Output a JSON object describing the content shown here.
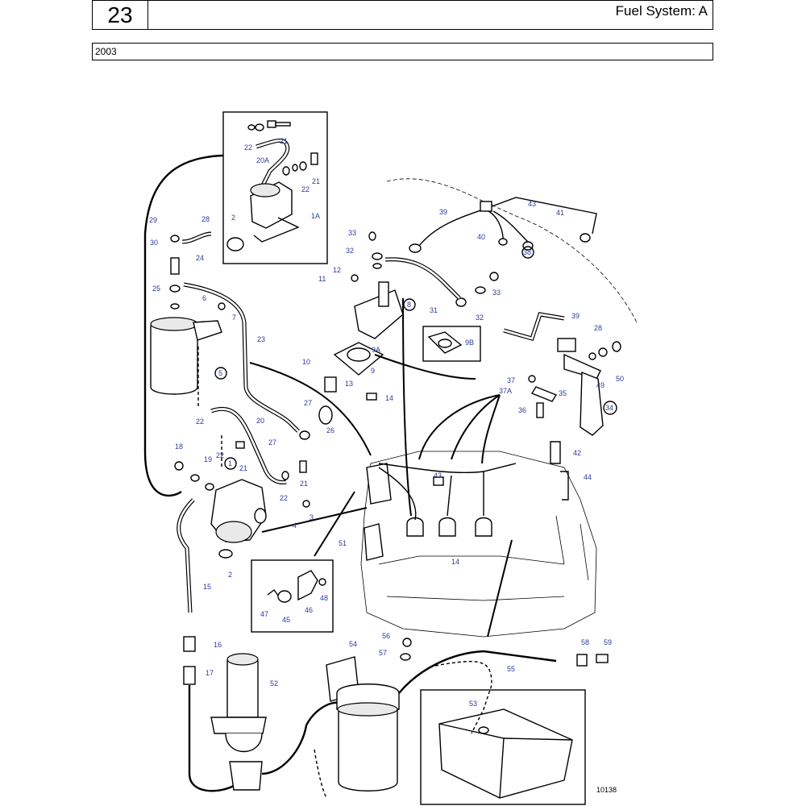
{
  "header": {
    "section_number": "23",
    "title": "Fuel System: A",
    "year": "2003"
  },
  "figure_ref": "10138",
  "labels": [
    {
      "id": "l21a",
      "text": "21"
    },
    {
      "id": "l22a",
      "text": "22"
    },
    {
      "id": "l20A",
      "text": "20A"
    },
    {
      "id": "l21b",
      "text": "21"
    },
    {
      "id": "l22b",
      "text": "22"
    },
    {
      "id": "l1A",
      "text": "1A"
    },
    {
      "id": "l2a",
      "text": "2"
    },
    {
      "id": "l29",
      "text": "29"
    },
    {
      "id": "l28a",
      "text": "28"
    },
    {
      "id": "l30",
      "text": "30"
    },
    {
      "id": "l24",
      "text": "24"
    },
    {
      "id": "l25",
      "text": "25"
    },
    {
      "id": "l6",
      "text": "6"
    },
    {
      "id": "l7",
      "text": "7"
    },
    {
      "id": "l23",
      "text": "23"
    },
    {
      "id": "l5",
      "text": "5"
    },
    {
      "id": "l22c",
      "text": "22"
    },
    {
      "id": "l20",
      "text": "20"
    },
    {
      "id": "l27a",
      "text": "27"
    },
    {
      "id": "l26",
      "text": "26"
    },
    {
      "id": "l27b",
      "text": "27"
    },
    {
      "id": "l18",
      "text": "18"
    },
    {
      "id": "l19",
      "text": "19"
    },
    {
      "id": "l1",
      "text": "1"
    },
    {
      "id": "l22d",
      "text": "22"
    },
    {
      "id": "l21c",
      "text": "21"
    },
    {
      "id": "l21d",
      "text": "21"
    },
    {
      "id": "l22e",
      "text": "22"
    },
    {
      "id": "l3",
      "text": "3"
    },
    {
      "id": "l4",
      "text": "4"
    },
    {
      "id": "l2b",
      "text": "2"
    },
    {
      "id": "l15",
      "text": "15"
    },
    {
      "id": "l16",
      "text": "16"
    },
    {
      "id": "l17",
      "text": "17"
    },
    {
      "id": "l52",
      "text": "52"
    },
    {
      "id": "l47",
      "text": "47"
    },
    {
      "id": "l45",
      "text": "45"
    },
    {
      "id": "l46",
      "text": "46"
    },
    {
      "id": "l48",
      "text": "48"
    },
    {
      "id": "l33a",
      "text": "33"
    },
    {
      "id": "l32a",
      "text": "32"
    },
    {
      "id": "l12",
      "text": "12"
    },
    {
      "id": "l11",
      "text": "11"
    },
    {
      "id": "l8",
      "text": "8"
    },
    {
      "id": "l31",
      "text": "31"
    },
    {
      "id": "l33b",
      "text": "33"
    },
    {
      "id": "l32b",
      "text": "32"
    },
    {
      "id": "l9A",
      "text": "9A"
    },
    {
      "id": "l9B",
      "text": "9B"
    },
    {
      "id": "l10",
      "text": "10"
    },
    {
      "id": "l9",
      "text": "9"
    },
    {
      "id": "l13",
      "text": "13"
    },
    {
      "id": "l14a",
      "text": "14"
    },
    {
      "id": "l39a",
      "text": "39"
    },
    {
      "id": "l43a",
      "text": "43"
    },
    {
      "id": "l41",
      "text": "41"
    },
    {
      "id": "l40",
      "text": "40"
    },
    {
      "id": "l38",
      "text": "38"
    },
    {
      "id": "l39b",
      "text": "39"
    },
    {
      "id": "l28b",
      "text": "28"
    },
    {
      "id": "l49",
      "text": "49"
    },
    {
      "id": "l50",
      "text": "50"
    },
    {
      "id": "l37",
      "text": "37"
    },
    {
      "id": "l37A",
      "text": "37A"
    },
    {
      "id": "l35",
      "text": "35"
    },
    {
      "id": "l36",
      "text": "36"
    },
    {
      "id": "l34",
      "text": "34"
    },
    {
      "id": "l42",
      "text": "42"
    },
    {
      "id": "l44",
      "text": "44"
    },
    {
      "id": "l43b",
      "text": "43"
    },
    {
      "id": "l51",
      "text": "51"
    },
    {
      "id": "l14b",
      "text": "14"
    },
    {
      "id": "l54",
      "text": "54"
    },
    {
      "id": "l56",
      "text": "56"
    },
    {
      "id": "l57",
      "text": "57"
    },
    {
      "id": "l55",
      "text": "55"
    },
    {
      "id": "l58",
      "text": "58"
    },
    {
      "id": "l59",
      "text": "59"
    },
    {
      "id": "l53",
      "text": "53"
    }
  ]
}
